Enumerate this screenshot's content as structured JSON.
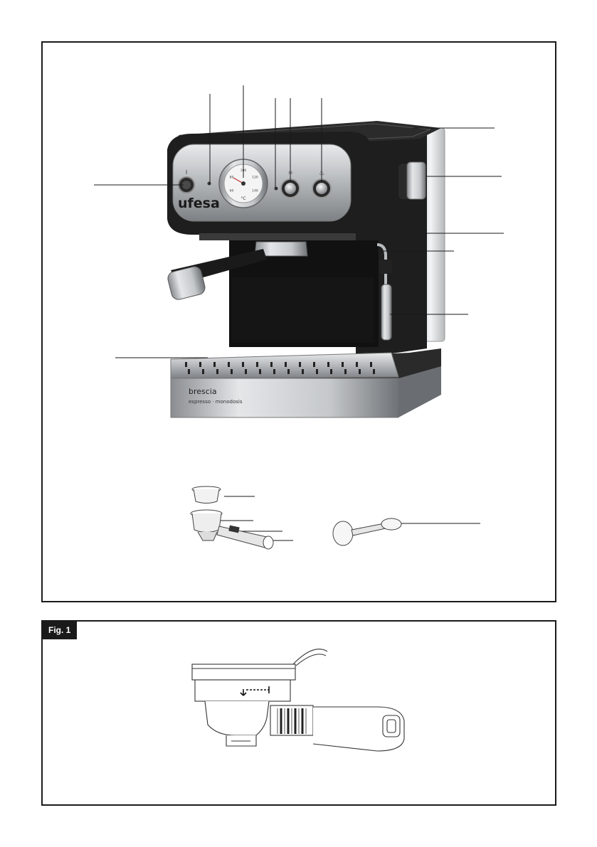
{
  "machine": {
    "brand": "ufesa",
    "model": "brescia",
    "subtitle": "espresso · monodosis",
    "gauge_unit": "°C",
    "gauge_ticks": [
      "60",
      "80",
      "100",
      "120",
      "140"
    ],
    "power_symbol": "I"
  },
  "figure": {
    "label": "Fig. 1"
  },
  "colors": {
    "panel_border": "#1a1a1a",
    "machine_black": "#1e1e1e",
    "steel": "#b9bcbf",
    "label_bg": "#1a1a1a"
  }
}
